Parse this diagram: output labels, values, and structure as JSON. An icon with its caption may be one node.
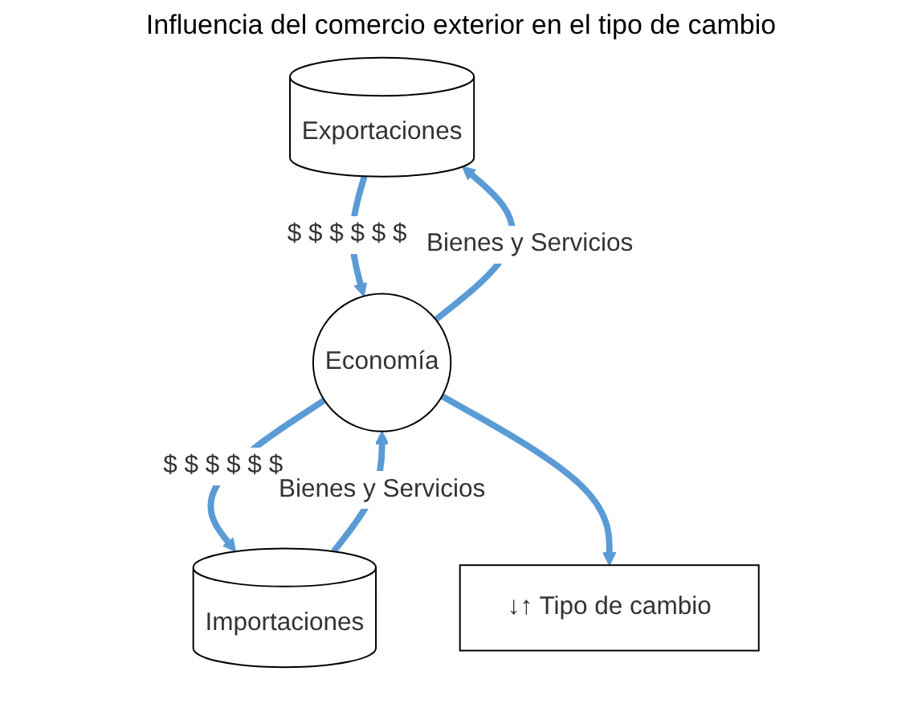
{
  "diagram": {
    "title": "Influencia del comercio exterior en el tipo de cambio",
    "nodes": [
      {
        "text": [
          "Exportaciones"
        ]
      },
      {
        "text": [
          "Importaciones"
        ]
      },
      {
        "text": [
          "Economía"
        ]
      },
      {
        "text": [
          "↓↑ Tipo de cambio"
        ]
      }
    ],
    "edges": [
      {
        "from": 0,
        "to": 2,
        "arrow": "to",
        "label": "$ $ $ $ $ $"
      },
      {
        "from": 2,
        "to": 1,
        "arrow": "to",
        "label": "$ $ $ $ $ $"
      },
      {
        "from": 2,
        "to": 0,
        "arrow": "to",
        "label": "Bienes y Servicios"
      },
      {
        "from": 1,
        "to": 2,
        "arrow": "to",
        "label": "Bienes y Servicios"
      },
      {
        "from": 2,
        "to": 3,
        "arrow": "to"
      }
    ]
  }
}
